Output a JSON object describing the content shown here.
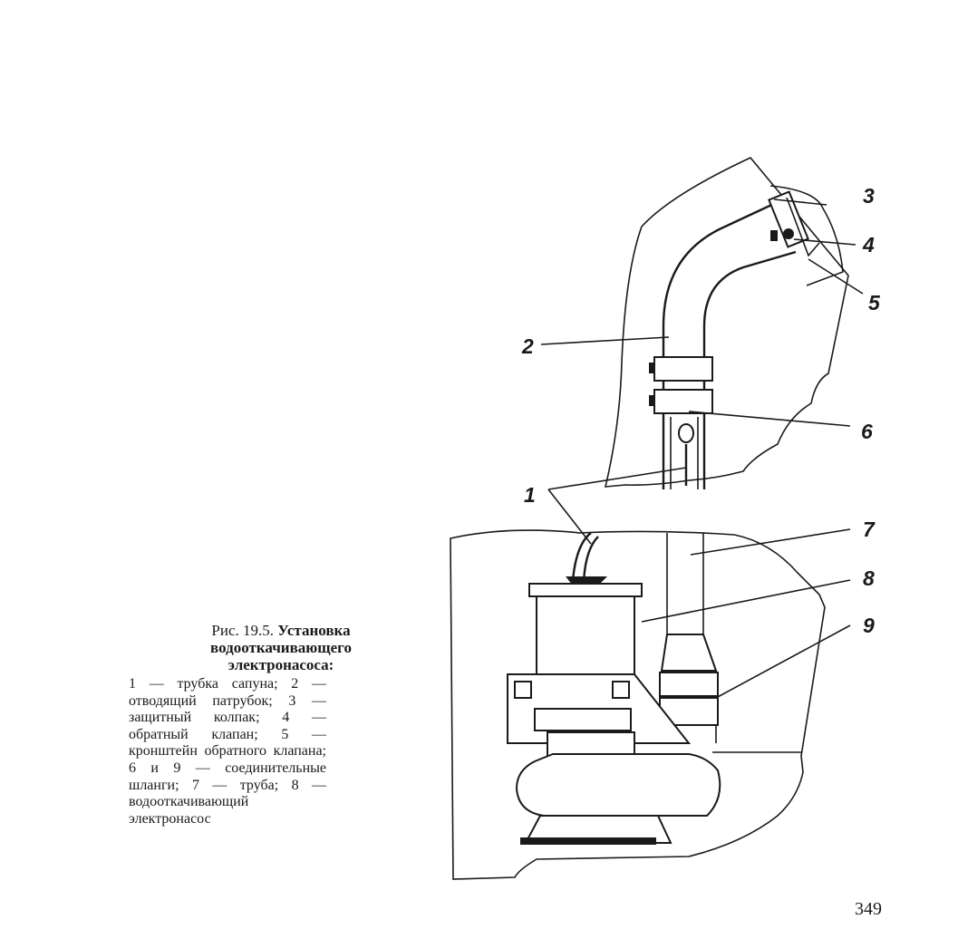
{
  "figure": {
    "caption_prefix": "Рис. 19.5.",
    "caption_title": "Установка водооткачивающего электронасоса:",
    "legend": "1 — трубка сапуна; 2 — отводящий патрубок; 3 — защитный колпак; 4 — обратный клапан; 5 — кронштейн обратного клапана; 6 и 9 — соединительные шланги; 7 — труба; 8 — водооткачивающий электронасос",
    "callouts": [
      "1",
      "2",
      "3",
      "4",
      "5",
      "6",
      "7",
      "8",
      "9"
    ]
  },
  "page_number": "349"
}
